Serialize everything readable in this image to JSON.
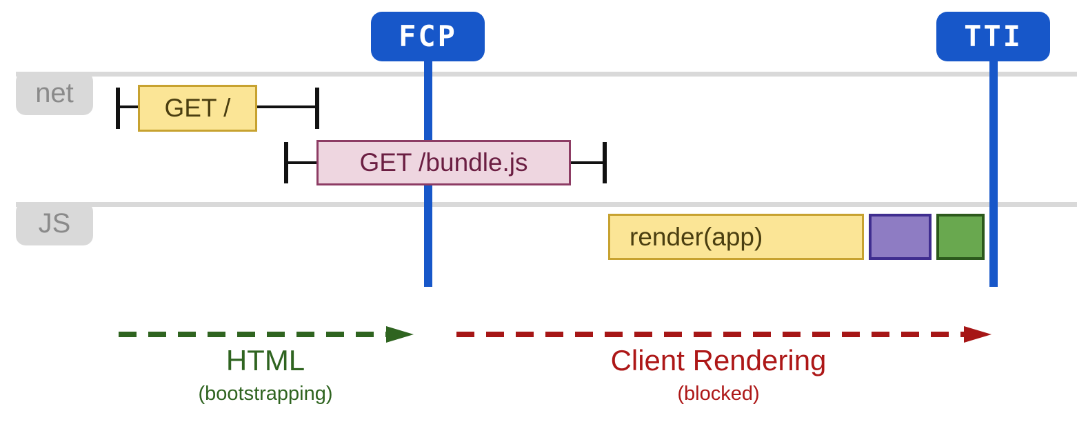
{
  "diagram": {
    "markers": {
      "fcp": {
        "label": "FCP"
      },
      "tti": {
        "label": "TTI"
      }
    },
    "lanes": {
      "net": {
        "label": "net"
      },
      "js": {
        "label": "JS"
      }
    },
    "bars": {
      "get_root": {
        "label": "GET /",
        "lane": "net"
      },
      "get_bundle": {
        "label": "GET /bundle.js",
        "lane": "net"
      },
      "render_app": {
        "label": "render(app)",
        "lane": "JS"
      }
    },
    "phases": {
      "html": {
        "label": "HTML",
        "sublabel": "(bootstrapping)"
      },
      "client_rendering": {
        "label": "Client Rendering",
        "sublabel": "(blocked)"
      }
    },
    "colors": {
      "marker_blue": "#1757c9",
      "lane_gray": "#d9d9d9",
      "lane_text_gray": "#8a8a8a",
      "bar_yellow_fill": "#fbe596",
      "bar_yellow_border": "#c7a230",
      "bar_pink_fill": "#eed6e0",
      "bar_pink_border": "#8d3c64",
      "purple_fill": "#8e7cc3",
      "purple_border": "#3f2d8f",
      "green_fill": "#69a84f",
      "green_border": "#2c591c",
      "phase_green": "#2f6420",
      "phase_red": "#ad1717",
      "whisker_black": "#111111"
    }
  }
}
